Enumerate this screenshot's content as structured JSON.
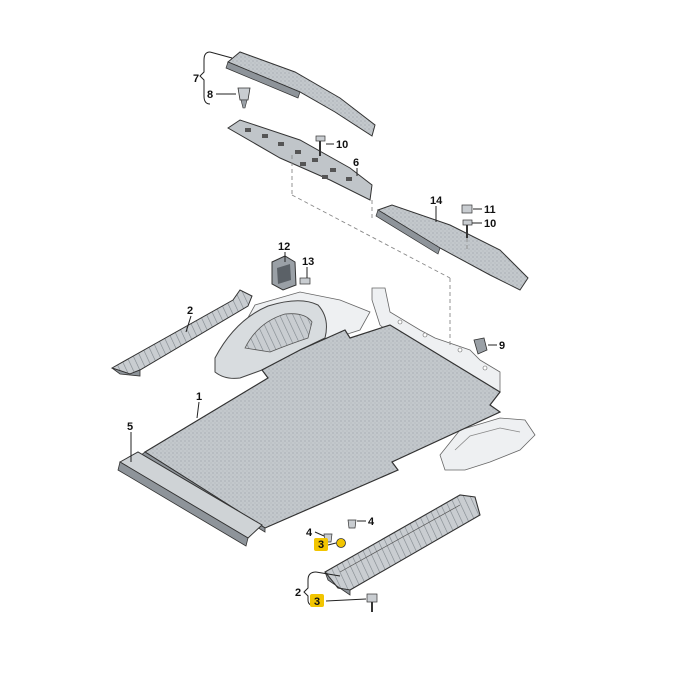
{
  "callouts": {
    "c1": "1",
    "c2a": "2",
    "c2b": "2",
    "c3a": "3",
    "c3b": "3",
    "c4a": "4",
    "c4b": "4",
    "c5": "5",
    "c6": "6",
    "c7": "7",
    "c8": "8",
    "c9": "9",
    "c10a": "10",
    "c10b": "10",
    "c11": "11",
    "c12": "12",
    "c13": "13",
    "c14": "14"
  },
  "colors": {
    "highlight": "#f2c500",
    "part_fill": "#c9cdd1",
    "part_dark": "#8e949a",
    "body_fill": "#eef0f2",
    "outline": "#333333"
  }
}
